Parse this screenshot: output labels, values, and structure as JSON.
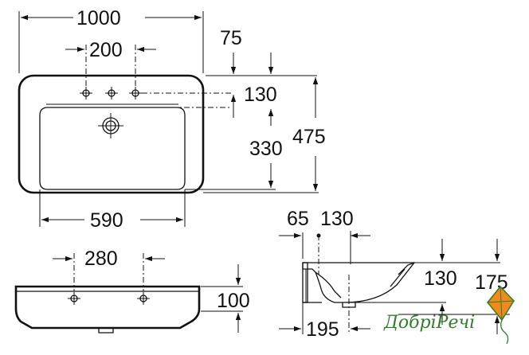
{
  "top_view": {
    "width": "1000",
    "tap_spacing": "200",
    "back_offset": "75",
    "tap_to_bowl": "130",
    "bowl_depth": "330",
    "depth": "475",
    "bowl_width": "590"
  },
  "front_view": {
    "tap_spacing": "280",
    "height": "100"
  },
  "side_view": {
    "wall_offset": "65",
    "tap_offset": "130",
    "bowl_height": "130",
    "total_height": "175",
    "drain_offset": "195"
  },
  "watermark": {
    "text": "ДобріРечі",
    "colors": {
      "green": "#2f7d2a",
      "orange": "#f08a1c"
    }
  }
}
